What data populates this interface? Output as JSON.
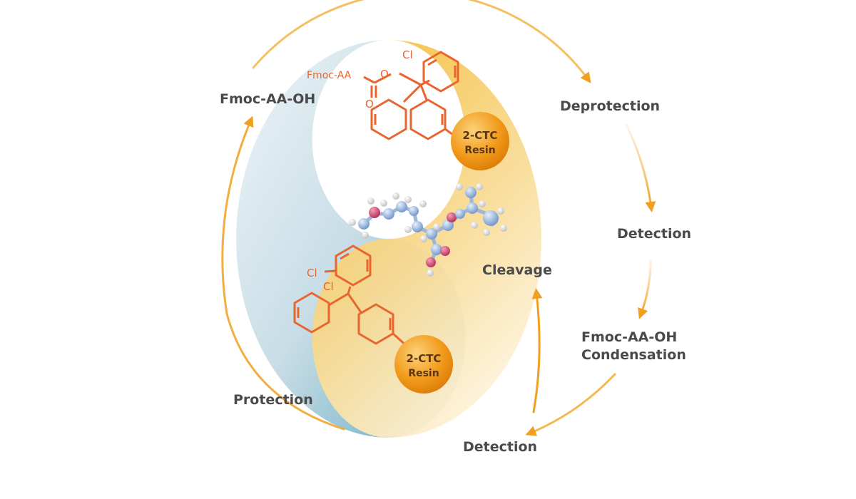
{
  "stages": {
    "start": "Fmoc-AA-OH",
    "deprotection": "Deprotection",
    "detection_1": "Detection",
    "condensation_line1": "Fmoc-AA-OH",
    "condensation_line2": "Condensation",
    "detection_2": "Detection",
    "protection": "Protection",
    "cleavage": "Cleavage"
  },
  "top_molecule": {
    "substituent": "Fmoc-AA",
    "oxygen_ester": "O",
    "oxygen_carbonyl": "O",
    "halogen": "Cl"
  },
  "bottom_molecule": {
    "halogen_ring": "Cl",
    "halogen_center": "Cl"
  },
  "resin": {
    "line1": "2-CTC",
    "line2": "Resin"
  },
  "colors": {
    "orange_lobe": "#f5c24c",
    "blue_lobe": "#78b4c8",
    "structure": "#e8652f",
    "arrow": "#f0a020",
    "resin": "#f29a1a",
    "label": "#4a4a4a"
  }
}
